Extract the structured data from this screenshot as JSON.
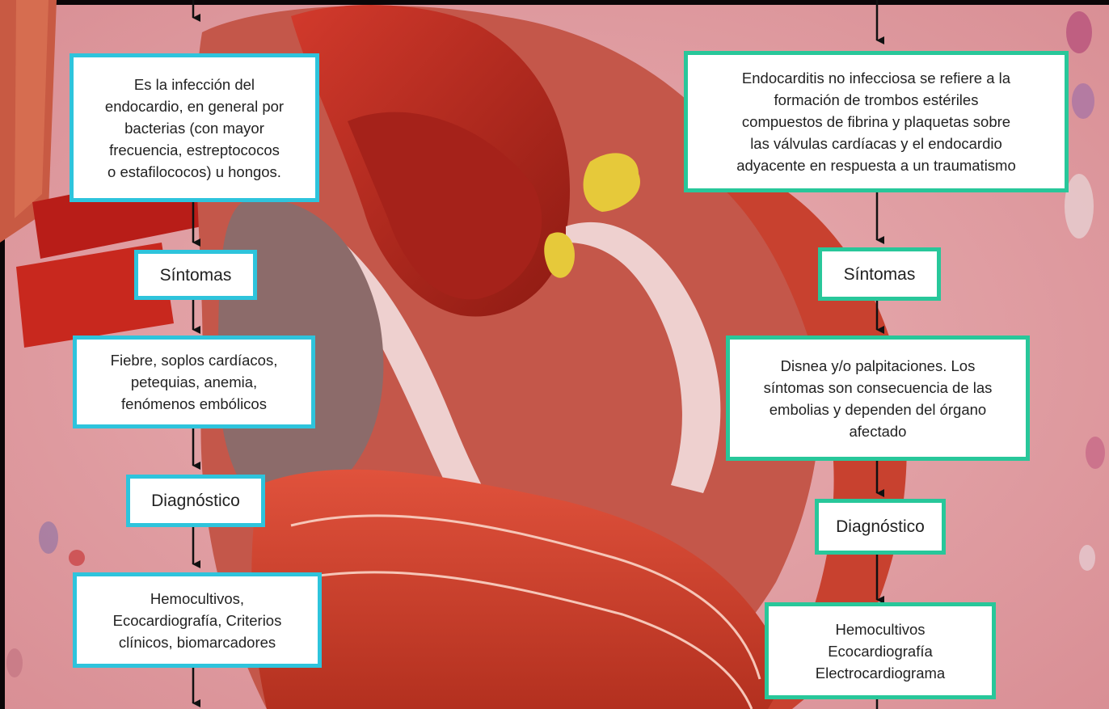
{
  "left_column": {
    "definition": "Es la infección del\nendocardio, en general por\nbacterias (con mayor\nfrecuencia, estreptococos\no estafilococos) u hongos.",
    "symptoms_title": "Síntomas",
    "symptoms": "Fiebre, soplos cardíacos,\npetequias, anemia,\nfenómenos embólicos",
    "diagnosis_title": "Diagnóstico",
    "diagnosis": "Hemocultivos,\nEcocardiografía, Criterios\nclínicos, biomarcadores"
  },
  "right_column": {
    "definition": "Endocarditis no infecciosa se refiere a la\nformación de trombos estériles\ncompuestos de fibrina y plaquetas sobre\nlas válvulas cardíacas y el endocardio\nadyacente en respuesta a un traumatismo",
    "symptoms_title": "Síntomas",
    "symptoms": "Disnea y/o palpitaciones. Los\nsíntomas son consecuencia de las\nembolias y dependen del órgano\nafectado",
    "diagnosis_title": "Diagnóstico",
    "diagnosis": "Hemocultivos\nEcocardiografía\nElectrocardiograma"
  },
  "colors": {
    "left_border": "#2ec4dc",
    "right_border": "#28c79a",
    "arrow": "#111111"
  }
}
